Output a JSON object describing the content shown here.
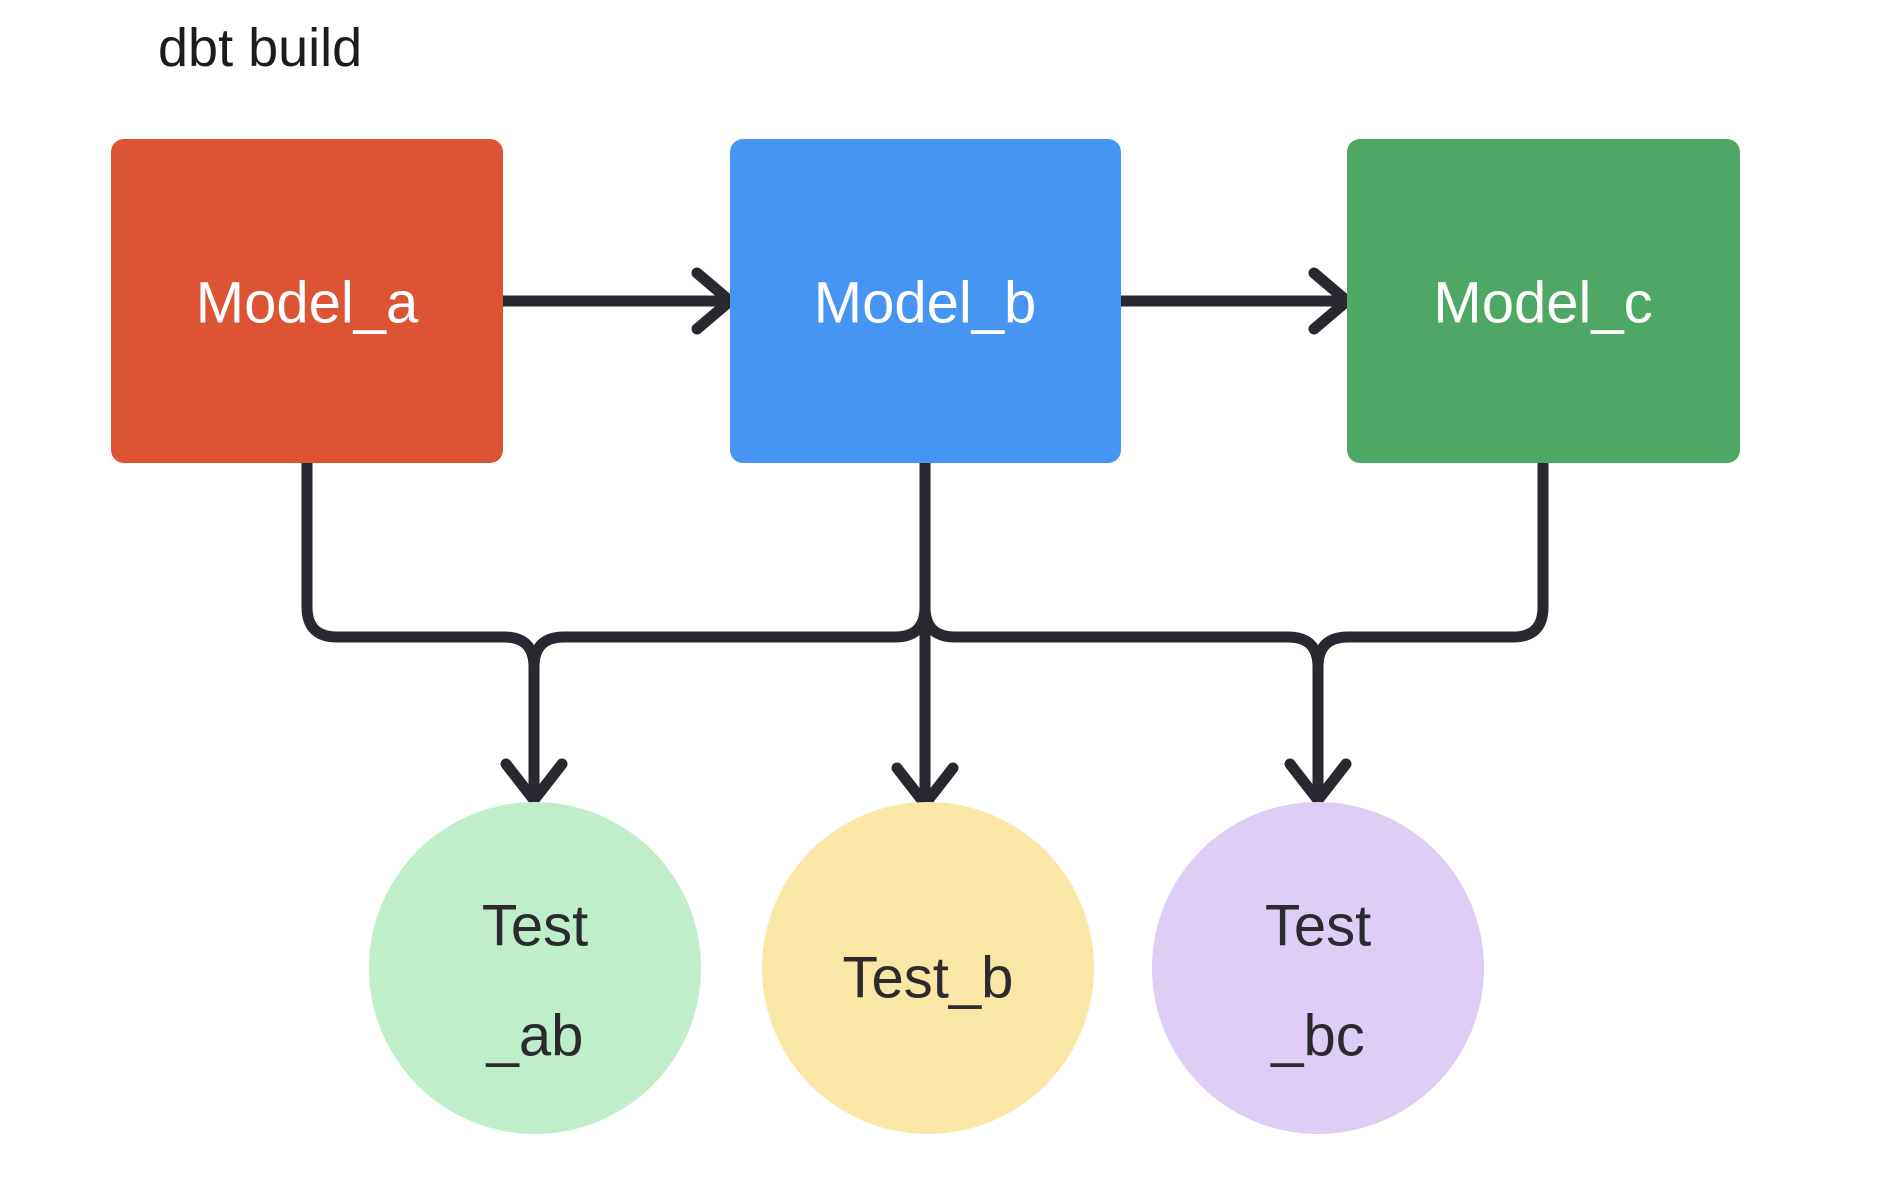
{
  "title": "dbt build",
  "colors": {
    "background": "#ffffff",
    "line": "#2a2730",
    "title_text": "#1d1b20",
    "node_label_text": "#ffffff",
    "test_label_text": "#2c2a2e"
  },
  "nodes": {
    "model_a": {
      "label": "Model_a",
      "shape": "rectangle",
      "color": "#dc5434"
    },
    "model_b": {
      "label": "Model_b",
      "shape": "rectangle",
      "color": "#4795f2"
    },
    "model_c": {
      "label": "Model_c",
      "shape": "rectangle",
      "color": "#4fa765"
    },
    "test_ab": {
      "label_line1": "Test",
      "label_line2": "_ab",
      "shape": "circle",
      "color": "#bfeecb"
    },
    "test_b": {
      "label": "Test_b",
      "shape": "circle",
      "color": "#f9e7a5"
    },
    "test_bc": {
      "label_line1": "Test",
      "label_line2": "_bc",
      "shape": "circle",
      "color": "#decdf5"
    }
  },
  "edges": [
    {
      "from": "Model_a",
      "to": "Model_b"
    },
    {
      "from": "Model_b",
      "to": "Model_c"
    },
    {
      "from": "Model_a",
      "to": "Test_ab"
    },
    {
      "from": "Model_b",
      "to": "Test_ab"
    },
    {
      "from": "Model_b",
      "to": "Test_b"
    },
    {
      "from": "Model_b",
      "to": "Test_bc"
    },
    {
      "from": "Model_c",
      "to": "Test_bc"
    }
  ]
}
